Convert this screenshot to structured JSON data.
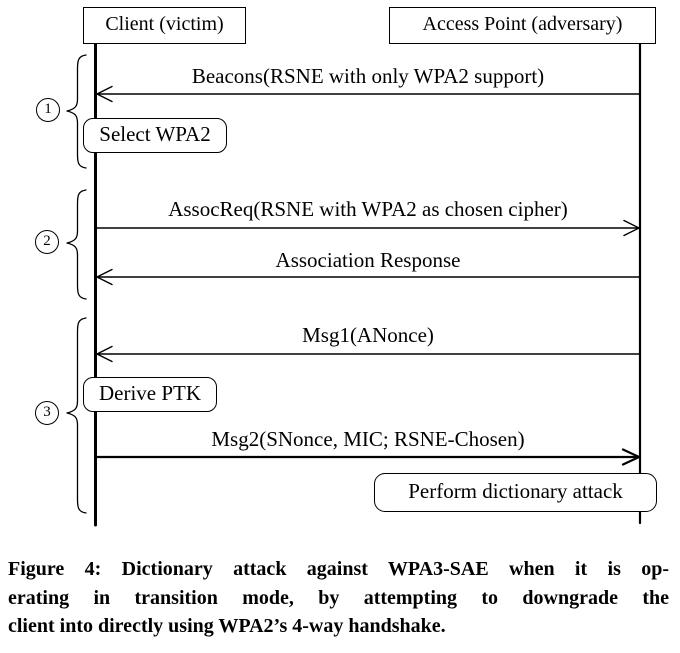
{
  "diagram": {
    "actors": [
      {
        "label": "Client (victim)"
      },
      {
        "label": "Access Point (adversary)"
      }
    ],
    "phases": [
      {
        "number": "1"
      },
      {
        "number": "2"
      },
      {
        "number": "3"
      }
    ],
    "messages": [
      {
        "label": "Beacons(RSNE with only WPA2 support)",
        "from": "Access Point (adversary)",
        "to": "Client (victim)"
      },
      {
        "label": "AssocReq(RSNE with WPA2 as chosen cipher)",
        "from": "Client (victim)",
        "to": "Access Point (adversary)"
      },
      {
        "label": "Association Response",
        "from": "Access Point (adversary)",
        "to": "Client (victim)"
      },
      {
        "label": "Msg1(ANonce)",
        "from": "Access Point (adversary)",
        "to": "Client (victim)"
      },
      {
        "label": "Msg2(SNonce, MIC; RSNE-Chosen)",
        "from": "Client (victim)",
        "to": "Access Point (adversary)"
      }
    ],
    "notes": [
      {
        "label": "Select WPA2",
        "actor": "Client (victim)"
      },
      {
        "label": "Derive PTK",
        "actor": "Client (victim)"
      },
      {
        "label": "Perform dictionary attack",
        "actor": "Access Point (adversary)"
      }
    ]
  },
  "caption": {
    "lines": [
      "Figure 4: Dictionary attack against WPA3-SAE when it is op-",
      "erating in transition mode, by attempting to downgrade the",
      "client into directly using WPA2’s 4-way handshake."
    ]
  }
}
